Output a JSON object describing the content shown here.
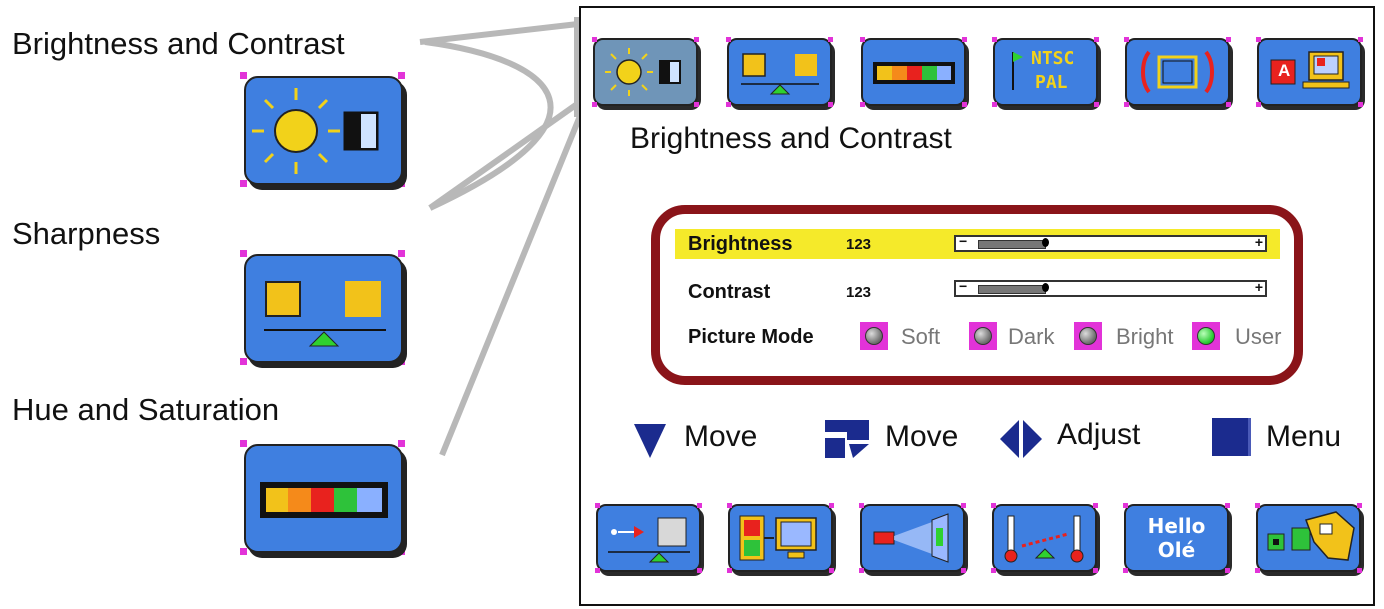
{
  "legend": {
    "items": [
      {
        "label": "Brightness and Contrast",
        "icon": "sun-contrast-icon"
      },
      {
        "label": "Sharpness",
        "icon": "sharpness-icon"
      },
      {
        "label": "Hue and Saturation",
        "icon": "color-bar-icon"
      }
    ]
  },
  "osd": {
    "top_menu": [
      {
        "name": "sun-contrast-icon",
        "selected": true
      },
      {
        "name": "sharpness-icon"
      },
      {
        "name": "color-bar-icon"
      },
      {
        "name": "ntsc-pal-icon",
        "text_top": "NTSC",
        "text_bottom": "PAL"
      },
      {
        "name": "screen-size-icon"
      },
      {
        "name": "language-screen-icon",
        "badge": "A"
      }
    ],
    "section_title": "Brightness and Contrast",
    "rows": [
      {
        "label": "Brightness",
        "value": "123",
        "level": 0.25
      },
      {
        "label": "Contrast",
        "value": "123",
        "level": 0.25
      }
    ],
    "slider": {
      "minus": "−",
      "plus": "+"
    },
    "picture_mode": {
      "label": "Picture Mode",
      "options": [
        {
          "label": "Soft",
          "active": false
        },
        {
          "label": "Dark",
          "active": false
        },
        {
          "label": "Bright",
          "active": false
        },
        {
          "label": "User",
          "active": true
        }
      ]
    },
    "help": [
      {
        "icon": "down-triangle-icon",
        "label": "Move"
      },
      {
        "icon": "move-arrows-icon",
        "label": "Move"
      },
      {
        "icon": "left-right-icon",
        "label": "Adjust"
      },
      {
        "icon": "menu-square-icon",
        "label": "Menu"
      }
    ],
    "bottom_menu": [
      {
        "name": "position-icon"
      },
      {
        "name": "input-monitor-icon"
      },
      {
        "name": "projector-icon"
      },
      {
        "name": "temperature-icon"
      },
      {
        "name": "hello-ole-icon",
        "text_top": "Hello",
        "text_bottom": "Olé"
      },
      {
        "name": "reset-tools-icon"
      }
    ],
    "colors": {
      "highlight": "#f5ea2a",
      "panel_border": "#8a1419",
      "tile": "#3f7fe0",
      "magenta": "#e233d8"
    }
  }
}
